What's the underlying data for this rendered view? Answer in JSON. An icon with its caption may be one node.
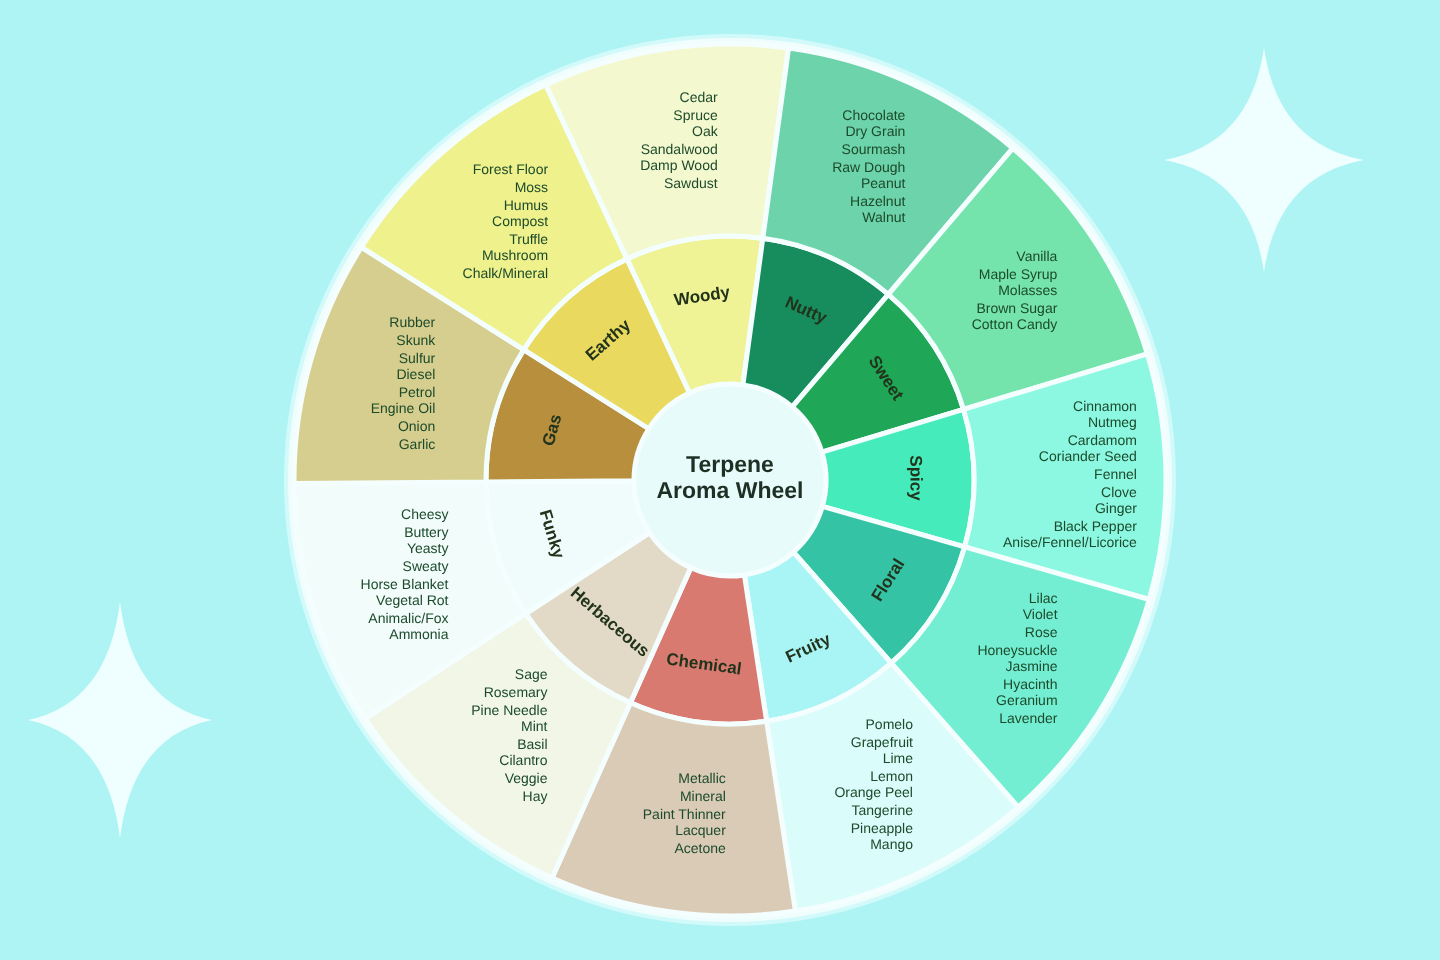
{
  "diagram": {
    "nodes": [
      {
        "text": [
          "Terpene Aroma Wheel"
        ]
      },
      {
        "text": [
          "Woody"
        ]
      },
      {
        "text": [
          "Cedar",
          "Spruce",
          "Oak",
          "Sandalwood",
          "Damp Wood",
          "Sawdust"
        ]
      },
      {
        "text": [
          "Nutty"
        ]
      },
      {
        "text": [
          "Chocolate",
          "Dry Grain",
          "Sourmash",
          "Raw Dough",
          "Peanut",
          "Hazelnut",
          "Walnut"
        ]
      },
      {
        "text": [
          "Sweet"
        ]
      },
      {
        "text": [
          "Vanilla",
          "Maple Syrup",
          "Molasses",
          "Brown Sugar",
          "Cotton Candy"
        ]
      },
      {
        "text": [
          "Spicy"
        ]
      },
      {
        "text": [
          "Cinnamon",
          "Nutmeg",
          "Cardamom",
          "Coriander Seed",
          "Fennel",
          "Clove",
          "Ginger",
          "Black Pepper",
          "Anise/Fennel/Licorice"
        ]
      },
      {
        "text": [
          "Floral"
        ]
      },
      {
        "text": [
          "Lilac",
          "Violet",
          "Rose",
          "Honeysuckle",
          "Jasmine",
          "Hyacinth",
          "Geranium",
          "Lavender"
        ]
      },
      {
        "text": [
          "Fruity"
        ]
      },
      {
        "text": [
          "Pomelo",
          "Grapefruit",
          "Lime",
          "Lemon",
          "Orange Peel",
          "Tangerine",
          "Pineapple",
          "Mango"
        ]
      },
      {
        "text": [
          "Chemical"
        ]
      },
      {
        "text": [
          "Metallic",
          "Mineral",
          "Paint Thinner",
          "Lacquer",
          "Acetone"
        ]
      },
      {
        "text": [
          "Herbaceous"
        ]
      },
      {
        "text": [
          "Sage",
          "Rosemary",
          "Pine Needle",
          "Mint",
          "Basil",
          "Cilantro",
          "Veggie",
          "Hay"
        ]
      },
      {
        "text": [
          "Funky"
        ]
      },
      {
        "text": [
          "Cheesy",
          "Buttery",
          "Yeasty",
          "Sweaty",
          "Horse Blanket",
          "Vegetal Rot",
          "Animalic/Fox",
          "Ammonia"
        ]
      },
      {
        "text": [
          "Gas"
        ]
      },
      {
        "text": [
          "Rubber",
          "Skunk",
          "Sulfur",
          "Diesel",
          "Petrol",
          "Engine Oil",
          "Onion",
          "Garlic"
        ]
      },
      {
        "text": [
          "Earthy"
        ]
      },
      {
        "text": [
          "Forest Floor",
          "Moss",
          "Humus",
          "Compost",
          "Truffle",
          "Mushroom",
          "Chalk/Mineral"
        ]
      }
    ]
  }
}
